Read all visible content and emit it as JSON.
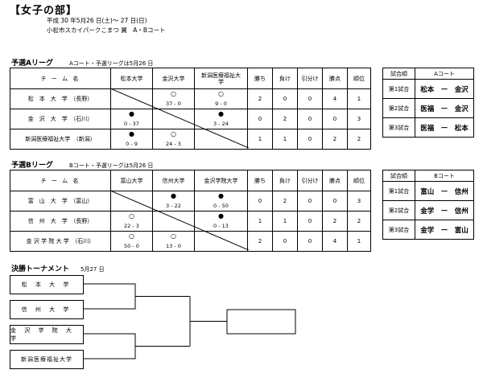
{
  "title": "【女子の部】",
  "dates": "平成 30 年5月26 日(土)～ 27 日(日)",
  "venue": "小松市スカイパークこまつ 翼　A・Bコート",
  "leagueA": {
    "title": "予選Aリーグ",
    "note": "Aコート・予選リーグは5月26 日",
    "team_header": "チ ー ム 名",
    "opponents": [
      "松本大学",
      "金沢大学",
      "新潟医療福祉大学"
    ],
    "stat_headers": [
      "勝ち",
      "負け",
      "引分け",
      "勝点",
      "順位"
    ],
    "rows": [
      {
        "team": "松　本　大　学　（長野）",
        "cells": [
          null,
          {
            "mark": "○",
            "score": "37 - 0"
          },
          {
            "mark": "○",
            "score": "9 - 0"
          }
        ],
        "stats": [
          "2",
          "0",
          "0",
          "4",
          "1"
        ]
      },
      {
        "team": "金　沢　大　学　（石川）",
        "cells": [
          {
            "mark": "●",
            "score": "0 - 37"
          },
          null,
          {
            "mark": "●",
            "score": "3 - 24"
          }
        ],
        "stats": [
          "0",
          "2",
          "0",
          "0",
          "3"
        ]
      },
      {
        "team": "新潟医療福祉大学　（新潟）",
        "cells": [
          {
            "mark": "●",
            "score": "0 - 9"
          },
          {
            "mark": "○",
            "score": "24 - 3"
          },
          null
        ],
        "stats": [
          "1",
          "1",
          "0",
          "2",
          "2"
        ]
      }
    ]
  },
  "leagueB": {
    "title": "予選Bリーグ",
    "note": "Bコート・予選リーグは5月26 日",
    "team_header": "チ ー ム 名",
    "opponents": [
      "富山大学",
      "信州大学",
      "金沢学院大学"
    ],
    "stat_headers": [
      "勝ち",
      "負け",
      "引分け",
      "勝点",
      "順位"
    ],
    "rows": [
      {
        "team": "富　山　大　学　（富山）",
        "cells": [
          null,
          {
            "mark": "●",
            "score": "3 - 22"
          },
          {
            "mark": "●",
            "score": "0 - 50"
          }
        ],
        "stats": [
          "0",
          "2",
          "0",
          "0",
          "3"
        ]
      },
      {
        "team": "信　州　大　学　（長野）",
        "cells": [
          {
            "mark": "○",
            "score": "22 - 3"
          },
          null,
          {
            "mark": "●",
            "score": "0 - 13"
          }
        ],
        "stats": [
          "1",
          "1",
          "0",
          "2",
          "2"
        ]
      },
      {
        "team": "金 沢 学 院 大 学　（石川）",
        "cells": [
          {
            "mark": "○",
            "score": "50 - 0"
          },
          {
            "mark": "○",
            "score": "13 - 0"
          },
          null
        ],
        "stats": [
          "2",
          "0",
          "0",
          "4",
          "1"
        ]
      }
    ]
  },
  "scheduleA": {
    "headers": [
      "試合順",
      "Aコート"
    ],
    "rows": [
      {
        "order": "第1試合",
        "match": "松本　ー　金沢"
      },
      {
        "order": "第2試合",
        "match": "医福　ー　金沢"
      },
      {
        "order": "第3試合",
        "match": "医福　ー　松本"
      }
    ]
  },
  "scheduleB": {
    "headers": [
      "試合順",
      "Bコート"
    ],
    "rows": [
      {
        "order": "第1試合",
        "match": "富山　ー　信州"
      },
      {
        "order": "第2試合",
        "match": "金学　ー　信州"
      },
      {
        "order": "第3試合",
        "match": "金学　ー　富山"
      }
    ]
  },
  "tournament": {
    "title": "決勝トーナメント",
    "date": "5月27 日",
    "teams": [
      "松 本 大 学",
      "信 州 大 学",
      "金 沢 学 院 大 学",
      "新潟医療福祉大学"
    ]
  }
}
